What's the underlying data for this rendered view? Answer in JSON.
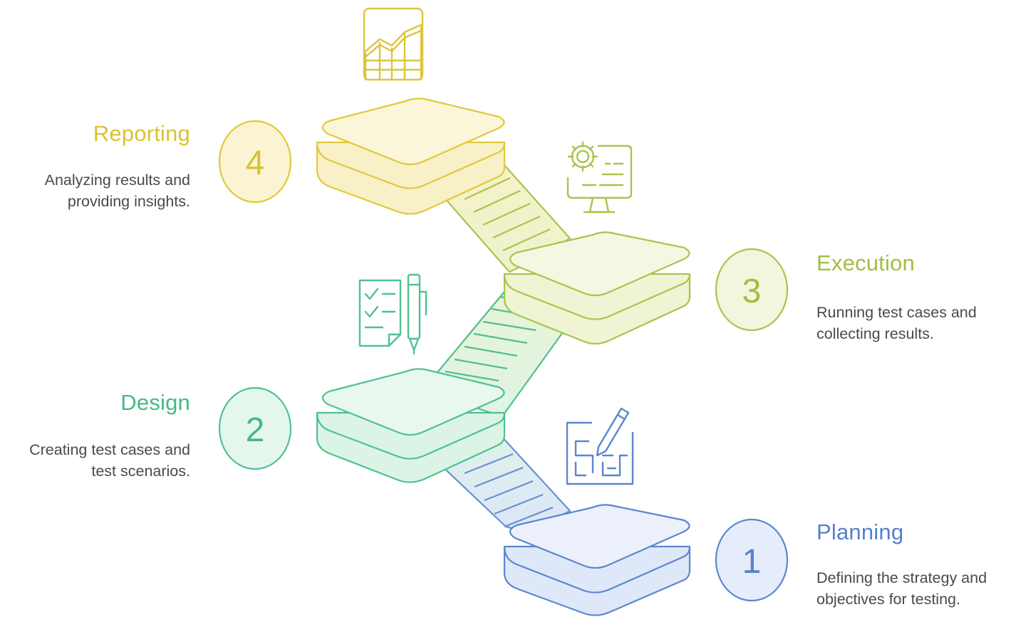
{
  "steps": [
    {
      "number": "1",
      "title": "Planning",
      "description": "Defining the strategy and objectives for testing."
    },
    {
      "number": "2",
      "title": "Design",
      "description": "Creating test cases and test scenarios."
    },
    {
      "number": "3",
      "title": "Execution",
      "description": "Running test cases and collecting results."
    },
    {
      "number": "4",
      "title": "Reporting",
      "description": "Analyzing results and providing insights."
    }
  ],
  "colors": {
    "planning": "#5b86cf",
    "design": "#4cc494",
    "execution": "#aac84a",
    "reporting": "#e3cc3f"
  },
  "icons": [
    "chart-icon",
    "settings-monitor-icon",
    "checklist-pen-icon",
    "blueprint-pencil-icon"
  ]
}
